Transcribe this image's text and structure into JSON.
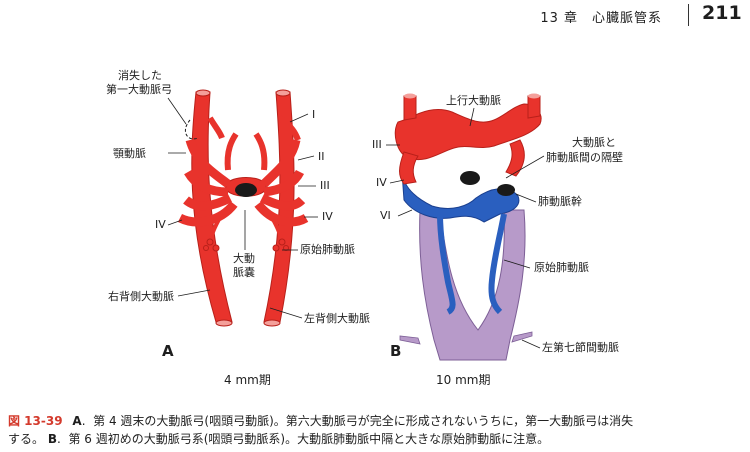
{
  "header": {
    "chapter": "13 章　心臓脈管系",
    "page_number": "211"
  },
  "figure": {
    "panel_a": {
      "letter": "A",
      "stage": "4 mm期",
      "labels": {
        "disappeared_first_arch": [
          "消失した",
          "第一大動脈弓"
        ],
        "carotid": "顎動脈",
        "roman_i": "I",
        "roman_ii": "II",
        "roman_iii": "III",
        "roman_iv_left": "IV",
        "roman_iv_right": "IV",
        "aortic_sac": [
          "大動",
          "脈嚢"
        ],
        "primitive_pulmonary": "原始肺動脈",
        "right_dorsal_aorta": "右背側大動脈",
        "left_dorsal_aorta": "左背側大動脈"
      }
    },
    "panel_b": {
      "letter": "B",
      "stage": "10 mm期",
      "labels": {
        "ascending_aorta": "上行大動脈",
        "roman_iii": "III",
        "roman_iv": "IV",
        "roman_vi": "VI",
        "septum": [
          "大動脈と",
          "肺動脈間の隔壁"
        ],
        "pulmonary_trunk": "肺動脈幹",
        "primitive_pulmonary": "原始肺動脈",
        "seventh_intersegmental": "左第七節間動脈"
      }
    },
    "colors": {
      "artery_red": "#e8332c",
      "pulmonary_blue": "#2a5fbf",
      "dorsal_purple": "#b79ac9",
      "figure_label_red": "#d43a2c"
    }
  },
  "caption": {
    "figure_number": "図 13-39",
    "part_a_letter": "A",
    "part_a_text": "第 4 週末の大動脈弓(咽頭弓動脈)。第六大動脈弓が完全に形成されないうちに，第一大動脈弓は消失",
    "part_a_cont": "する。",
    "part_b_letter": "B",
    "part_b_text": "第 6 週初めの大動脈弓系(咽頭弓動脈系)。大動脈肺動脈中隔と大きな原始肺動脈に注意。"
  }
}
